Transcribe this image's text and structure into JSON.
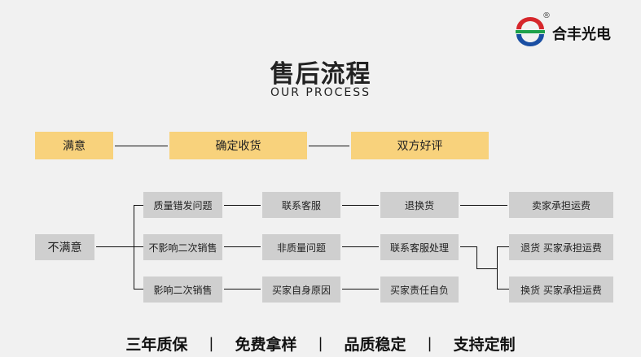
{
  "logo": {
    "name": "合丰光电",
    "reg": "®"
  },
  "title": "售后流程",
  "subtitle": "OUR PROCESS",
  "satisfied_row": [
    "满意",
    "确定收货",
    "双方好评"
  ],
  "unsatisfied": {
    "label": "不满意",
    "issues": [
      "质量错发问题",
      "不影响二次销售",
      "影响二次销售"
    ],
    "handling": [
      "联系客服",
      "非质量问题",
      "买家自身原因"
    ],
    "actions": [
      "退换货",
      "联系客服处理",
      "买家责任自负"
    ],
    "outcomes": [
      "卖家承担运费",
      "退货 买家承担运费",
      "换货 买家承担运费"
    ]
  },
  "footer": [
    "三年质保",
    "免费拿样",
    "品质稳定",
    "支持定制"
  ],
  "colors": {
    "gold": "#f8d27c",
    "gray": "#cfcfcf",
    "logo_red": "#d6262b",
    "logo_green": "#1ea14a",
    "logo_blue": "#1a4fa3"
  }
}
